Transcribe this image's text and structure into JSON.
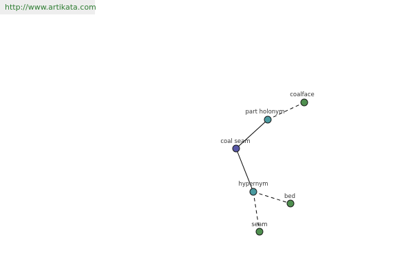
{
  "header": {
    "url": "http://www.artikata.com",
    "url_color": "#2e7d32",
    "bar_color": "#eeeeee"
  },
  "graph": {
    "nodes": [
      {
        "id": "coal-seam",
        "label": "coal seam",
        "color": "#5757a6"
      },
      {
        "id": "part-holonym",
        "label": "part holonym",
        "color": "#4a9aa0"
      },
      {
        "id": "coalface",
        "label": "coalface",
        "color": "#4f8f4f"
      },
      {
        "id": "hypernym",
        "label": "hypernym",
        "color": "#4a9aa0"
      },
      {
        "id": "bed",
        "label": "bed",
        "color": "#4f8f4f"
      },
      {
        "id": "seam",
        "label": "seam",
        "color": "#4f8f4f"
      }
    ],
    "edges": [
      {
        "from": "coal-seam",
        "to": "part-holonym",
        "style": "solid"
      },
      {
        "from": "part-holonym",
        "to": "coalface",
        "style": "dashed"
      },
      {
        "from": "coal-seam",
        "to": "hypernym",
        "style": "solid"
      },
      {
        "from": "hypernym",
        "to": "bed",
        "style": "dashed"
      },
      {
        "from": "hypernym",
        "to": "seam",
        "style": "dashed"
      }
    ]
  }
}
